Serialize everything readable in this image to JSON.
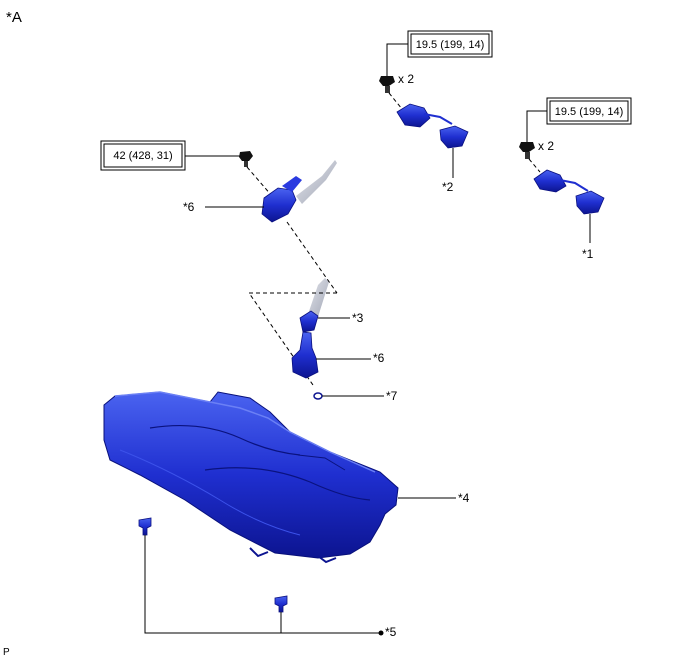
{
  "figure_label": "*A",
  "footer_code": "P",
  "torque_specs": [
    {
      "id": "torque-upper-right",
      "text": "19.5 (199, 14)"
    },
    {
      "id": "torque-right",
      "text": "19.5 (199, 14)"
    },
    {
      "id": "torque-left",
      "text": "42 (428, 31)"
    }
  ],
  "quantity_labels": [
    "x 2",
    "x 2"
  ],
  "callouts": {
    "c1": "*1",
    "c2": "*2",
    "c3": "*3",
    "c4": "*4",
    "c5": "*5",
    "c6a": "*6",
    "c6b": "*6",
    "c7": "*7"
  },
  "colors": {
    "part_blue": "#1f2fd0",
    "part_dark": "#0c1490",
    "part_light": "#4a63f0",
    "line": "#000000",
    "belt_gray": "#b9bcc6"
  }
}
